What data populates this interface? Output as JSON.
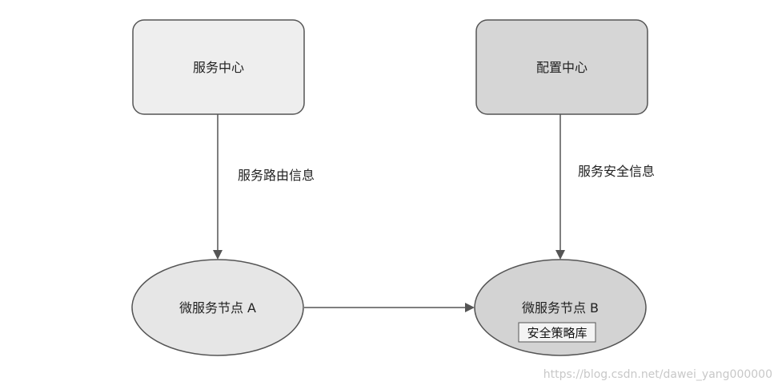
{
  "nodes": {
    "service_center": {
      "label": "服务中心",
      "fill": "#eeeeee"
    },
    "config_center": {
      "label": "配置中心",
      "fill": "#d6d6d6"
    },
    "node_a": {
      "label": "微服务节点 A",
      "fill": "#e6e6e6"
    },
    "node_b": {
      "label": "微服务节点 B",
      "tag": "安全策略库",
      "fill": "#d3d3d3"
    }
  },
  "edges": {
    "routing_info": {
      "label": "服务路由信息"
    },
    "security_info": {
      "label": "服务安全信息"
    }
  },
  "watermark": "https://blog.csdn.net/dawei_yang000000",
  "colors": {
    "stroke": "#555555",
    "text": "#222222",
    "watermark": "#c8c8c8"
  }
}
